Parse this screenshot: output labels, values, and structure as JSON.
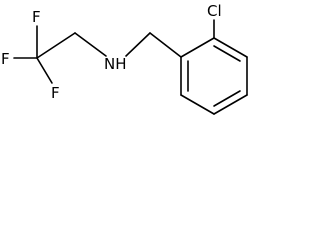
{
  "molecule": {
    "atoms": {
      "cl": "Cl",
      "nh": "NH",
      "f_top": "F",
      "f_left": "F",
      "f_bottom": "F"
    }
  }
}
